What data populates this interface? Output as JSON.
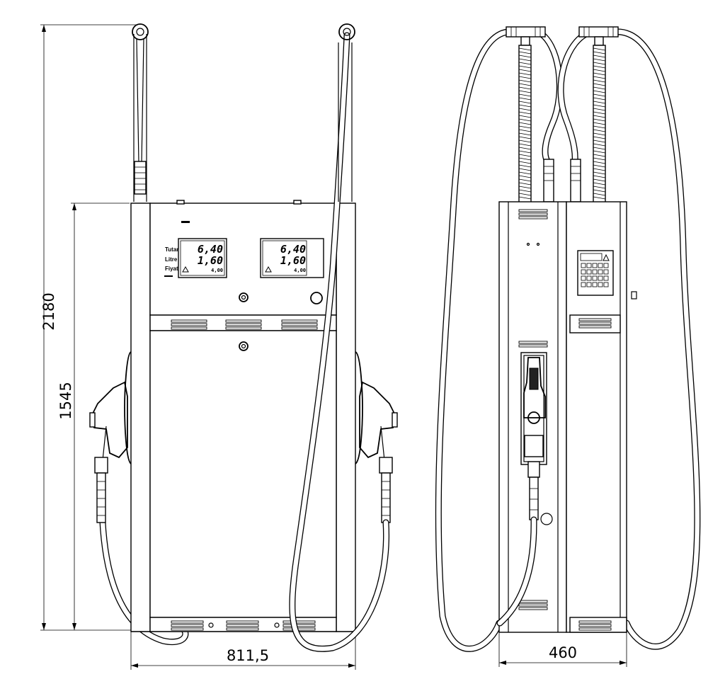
{
  "front_view": {
    "display_left": {
      "row_labels": [
        "Tutar",
        "Litre",
        "Fiyat"
      ],
      "amount": "6,40",
      "litres": "1,60",
      "price": "4,00"
    },
    "display_right": {
      "amount": "6,40",
      "litres": "1,60",
      "price": "4,00"
    }
  },
  "dimensions": {
    "total_height": "2180",
    "body_height": "1545",
    "front_width": "811,5",
    "side_depth": "460"
  },
  "colors": {
    "line": "#000000",
    "background": "#ffffff"
  }
}
